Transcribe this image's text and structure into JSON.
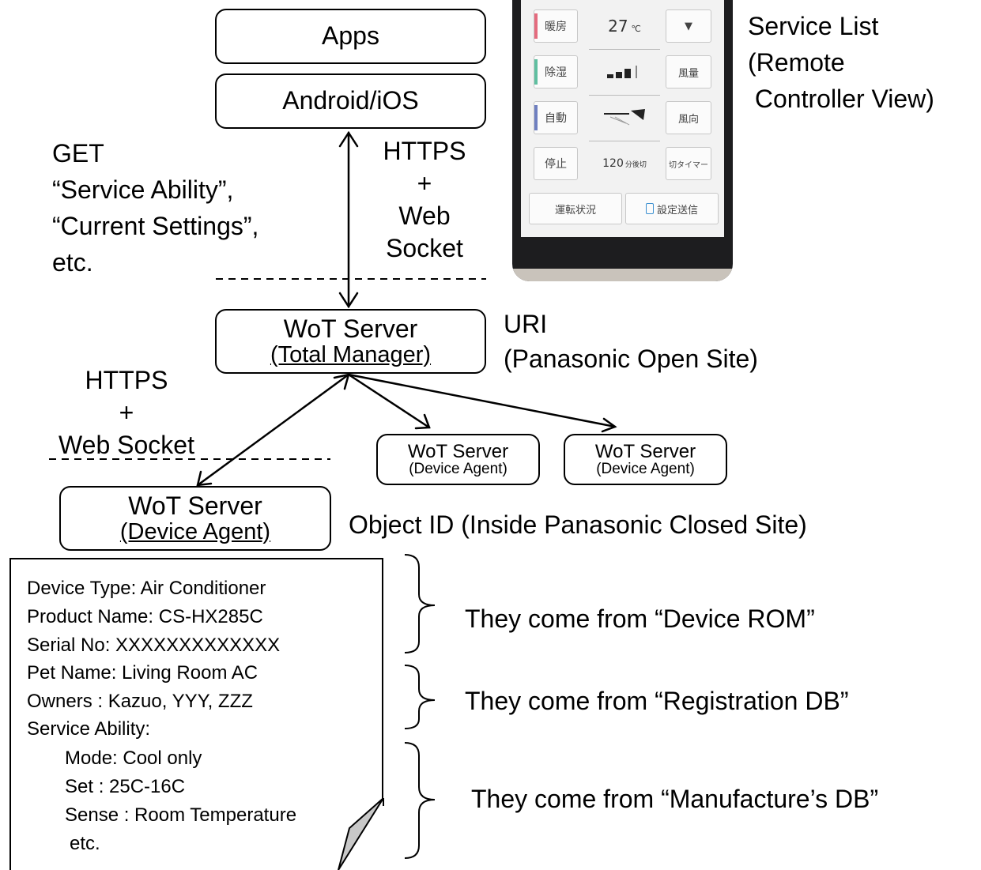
{
  "apps_box": "Apps",
  "os_box": "Android/iOS",
  "get_label": [
    "GET",
    "“Service Ability”,",
    "“Current Settings”,",
    "etc."
  ],
  "https_top": [
    "HTTPS",
    "+",
    "Web",
    "Socket"
  ],
  "total_manager": {
    "title": "WoT Server",
    "subtitle": "(Total Manager)"
  },
  "uri_label": [
    "URI",
    "(Panasonic Open Site)"
  ],
  "https_left": [
    "HTTPS",
    "+",
    "Web Socket"
  ],
  "small_agent_1": {
    "title": "WoT Server",
    "subtitle": "(Device Agent)"
  },
  "small_agent_2": {
    "title": "WoT Server",
    "subtitle": "(Device Agent)"
  },
  "device_agent": {
    "title": "WoT Server",
    "subtitle": "(Device Agent)"
  },
  "object_id_label": "Object ID (Inside Panasonic Closed Site)",
  "service_list_label": [
    "Service List",
    "(Remote",
    " Controller View)"
  ],
  "phone": {
    "rows": [
      {
        "mode": "暖房",
        "mode_color": "#e46b7e",
        "center": "27",
        "center_unit": "℃",
        "right": "▼"
      },
      {
        "mode": "除湿",
        "mode_color": "#5fbfa0",
        "center_icon": "fan-speed-icon",
        "right": "風量"
      },
      {
        "mode": "自動",
        "mode_color": "#6f7fc0",
        "center_icon": "airflow-direction-icon",
        "right": "風向"
      },
      {
        "mode": "停止",
        "mode_color": "",
        "center": "120",
        "center_unit": "分後切",
        "right": "切タイマー"
      }
    ],
    "bottom_left": "運転状況",
    "bottom_right": "設定送信"
  },
  "card_lines": [
    "Device Type: Air Conditioner",
    "Product Name: CS-HX285C",
    "Serial No: XXXXXXXXXXXXX",
    "Pet Name: Living Room AC",
    "Owners : Kazuo, YYY, ZZZ",
    "Service Ability:",
    "Mode: Cool only",
    "Set : 25C-16C",
    "Sense : Room Temperature",
    "etc."
  ],
  "source_labels": [
    "They come from “Device ROM”",
    "They come from “Registration DB”",
    "They come from “Manufacture’s DB”"
  ]
}
